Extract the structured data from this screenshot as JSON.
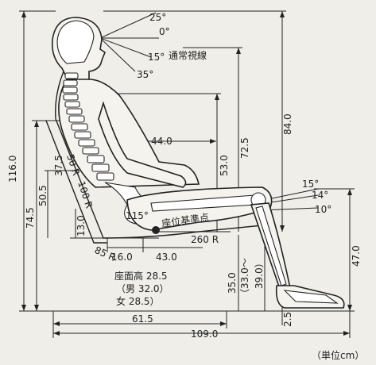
{
  "diagram": {
    "sight_angles": {
      "a25": "25°",
      "a0": "0°",
      "a15": "15°",
      "a35": "35°"
    },
    "normal_line_of_sight": "通常視線",
    "heights": {
      "h116": "116.0",
      "h84": "84.0",
      "h72": "72.5",
      "h74": "74.5",
      "h50": "50.5",
      "h53": "53.0",
      "h47": "47.0",
      "h13": "13.0"
    },
    "back_radius": {
      "r50": "50 R",
      "r37": "37.5",
      "r100": "100 R"
    },
    "widths": {
      "w44": "44.0",
      "w16": "16.0",
      "w43": "43.0",
      "w61": "61.5",
      "w109": "109.0"
    },
    "seat_angles": {
      "a15": "15°",
      "a14": "14°",
      "a10": "10°"
    },
    "hip_angle": "115°",
    "seat_reference_point": "座位基準点",
    "seat_radius": "260 R",
    "lumbar_radius": "85 R",
    "seat_height": {
      "label": "座面高 28.5",
      "male": "（男 32.0）",
      "female": "女 28.5）"
    },
    "leg": {
      "l35": "35.0",
      "l33": "（33.0～",
      "l39": "39.0）"
    },
    "foot_offset": "2.5",
    "unit": "（単位cm）"
  }
}
